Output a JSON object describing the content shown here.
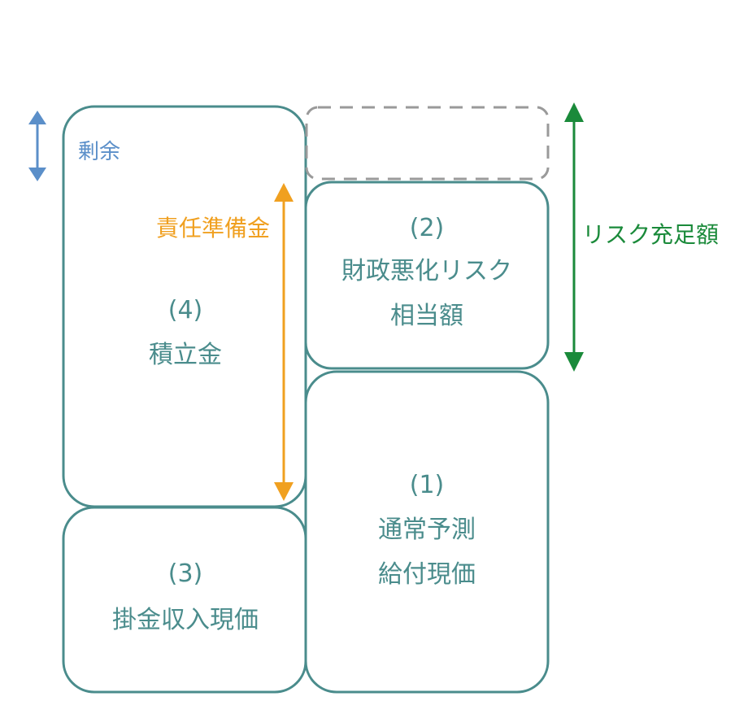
{
  "colors": {
    "box_stroke": "#4a8c8c",
    "dashed_stroke": "#9a9a9a",
    "surplus": "#5b8fc9",
    "reserve": "#f0a020",
    "risk": "#1a8a3a"
  },
  "boxes": {
    "box4": {
      "number": "(4)",
      "label": "積立金"
    },
    "box3": {
      "number": "(3)",
      "label": "掛金収入現価"
    },
    "box2": {
      "number": "(2)",
      "label_line1": "財政悪化リスク",
      "label_line2": "相当額"
    },
    "box1": {
      "number": "(1)",
      "label_line1": "通常予測",
      "label_line2": "給付現価"
    }
  },
  "annotations": {
    "surplus": "剰余",
    "reserve": "責任準備金",
    "risk_coverage": "リスク充足額"
  },
  "icons": {
    "surplus_arrow": "double-arrow-vertical-icon",
    "reserve_arrow": "double-arrow-vertical-icon",
    "risk_arrow": "double-arrow-vertical-icon"
  }
}
